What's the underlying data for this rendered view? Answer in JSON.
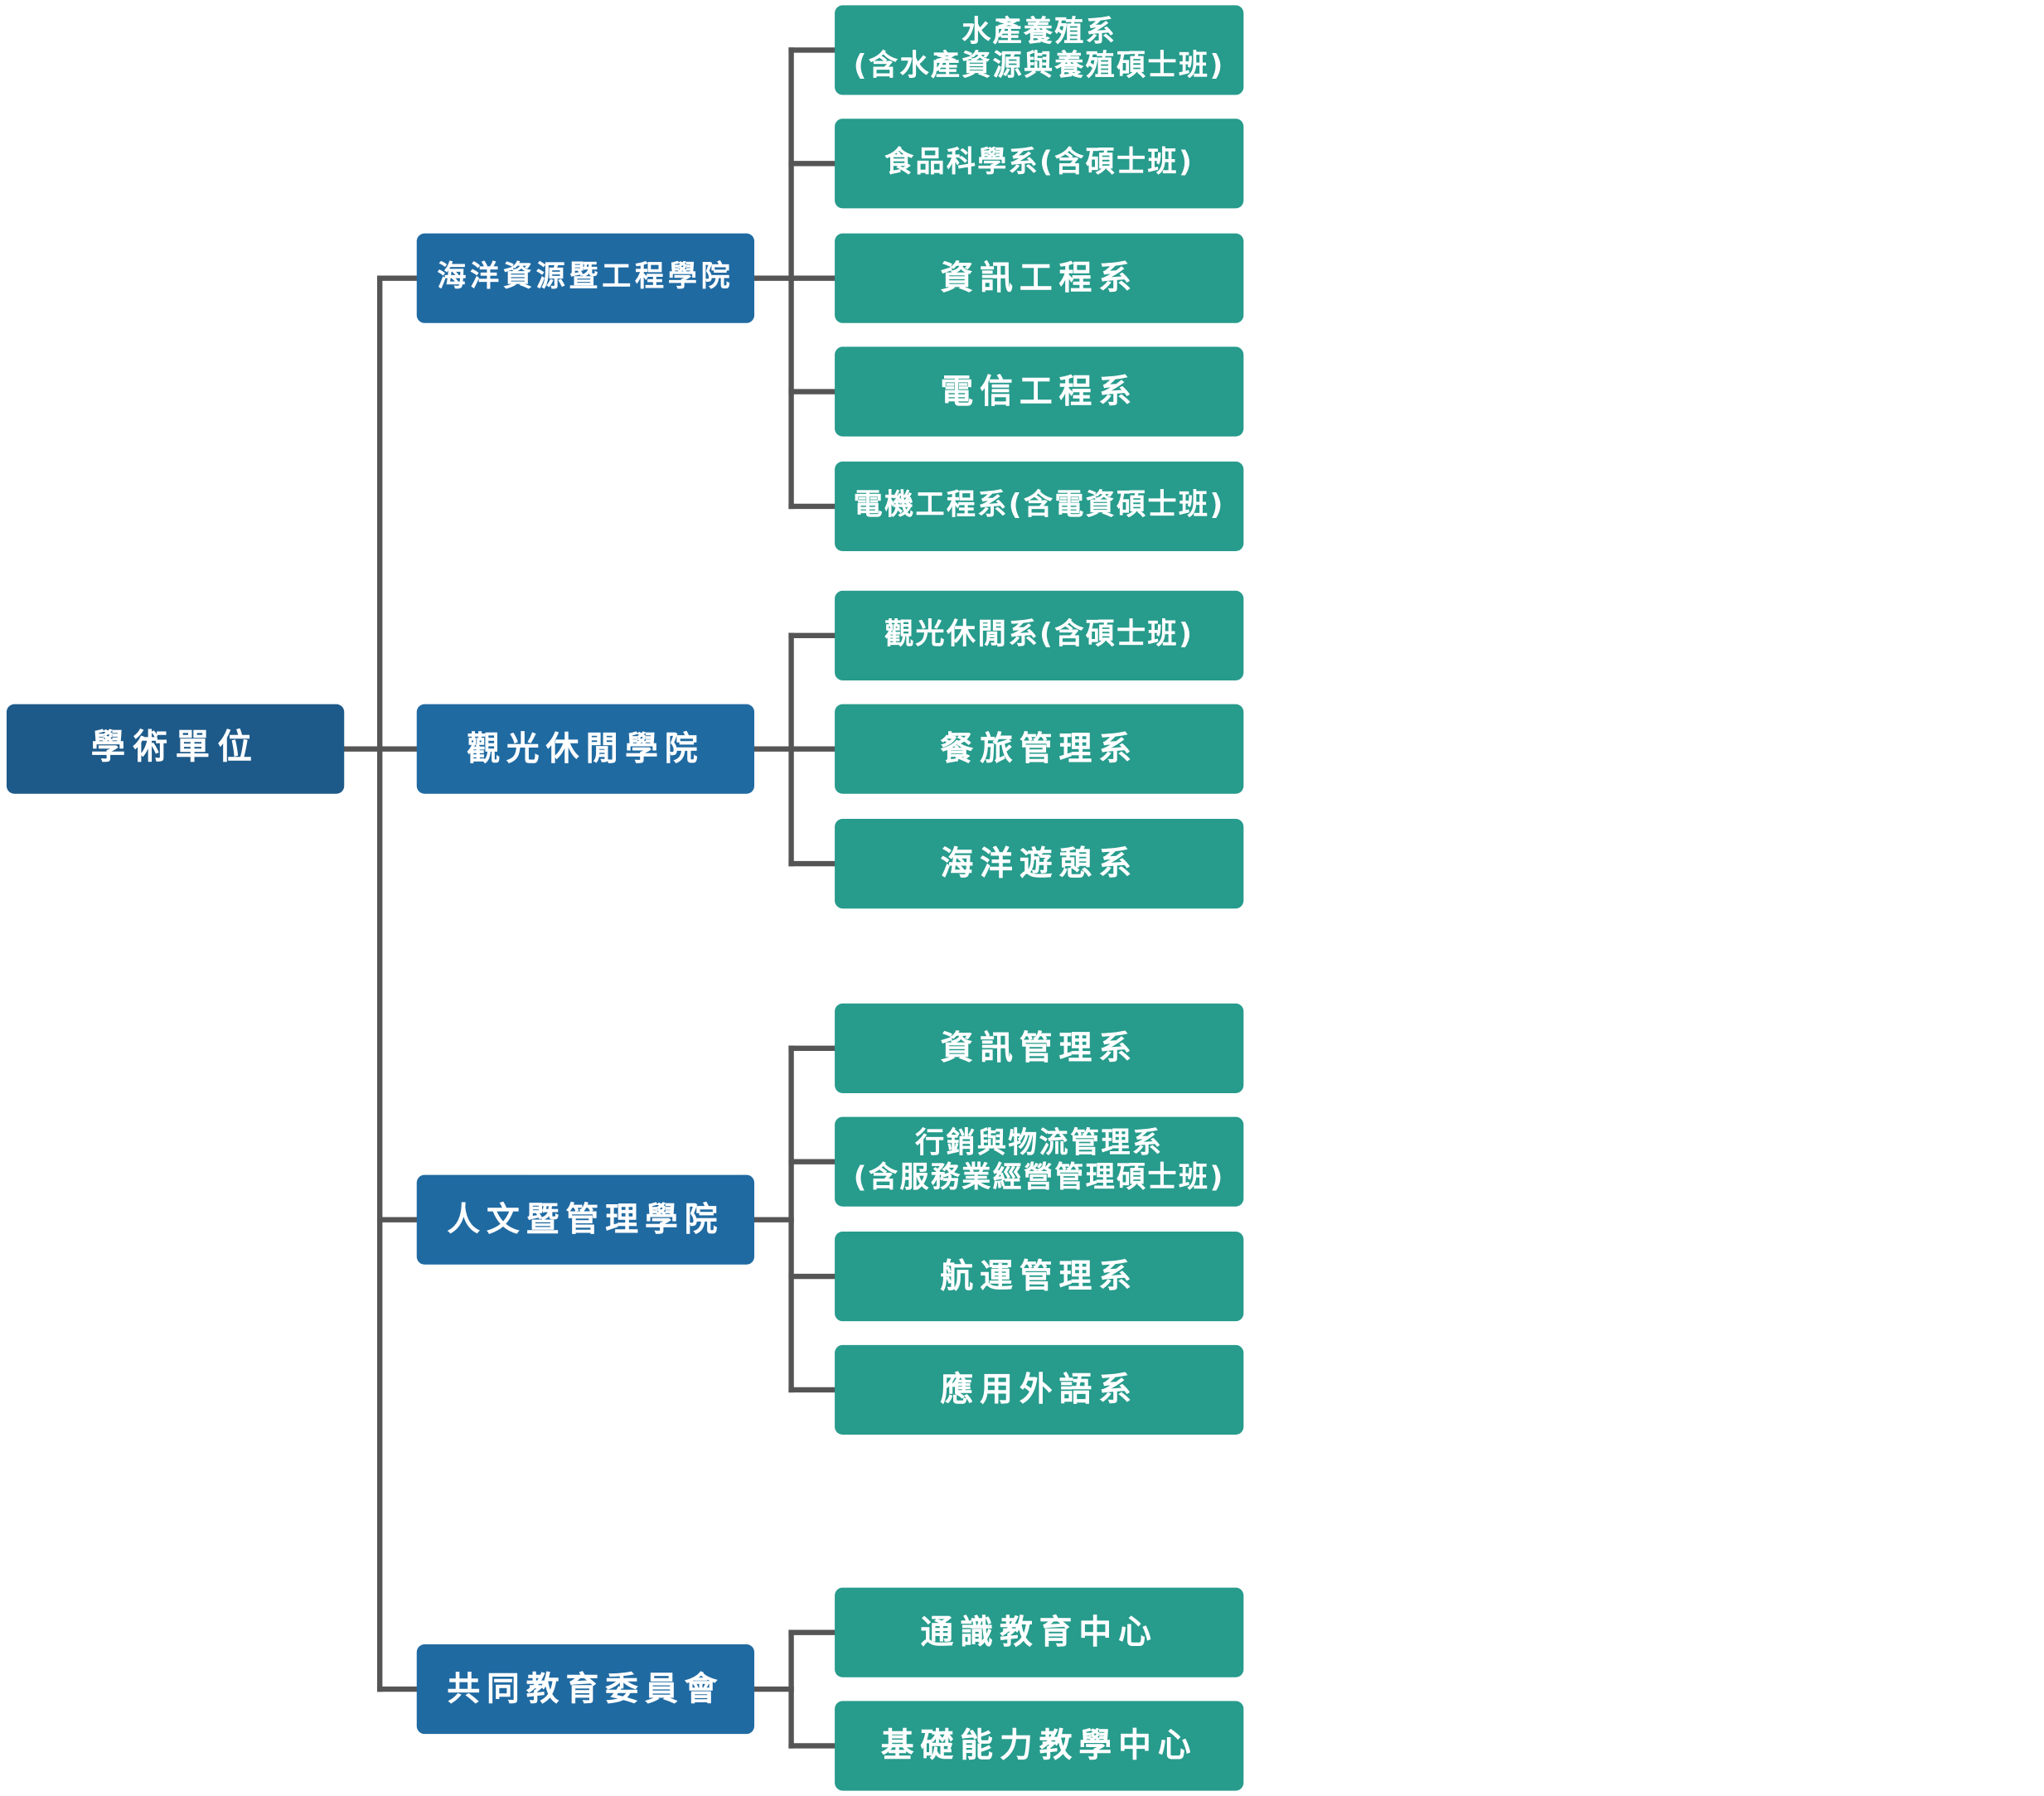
{
  "colors": {
    "root": "#1e5a89",
    "college": "#206aa2",
    "department": "#279b8c",
    "connector": "#555555"
  },
  "root": {
    "label": "學術單位"
  },
  "colleges": [
    {
      "label": "海洋資源暨工程學院",
      "departments": [
        {
          "line1": "水產養殖系",
          "line2": "(含水產資源與養殖碩士班)"
        },
        {
          "line1": "食品科學系(含碩士班)",
          "line2": ""
        },
        {
          "line1": "資訊工程系",
          "line2": ""
        },
        {
          "line1": "電信工程系",
          "line2": ""
        },
        {
          "line1": "電機工程系(含電資碩士班)",
          "line2": ""
        }
      ]
    },
    {
      "label": "觀光休閒學院",
      "departments": [
        {
          "line1": "觀光休閒系(含碩士班)",
          "line2": ""
        },
        {
          "line1": "餐旅管理系",
          "line2": ""
        },
        {
          "line1": "海洋遊憩系",
          "line2": ""
        }
      ]
    },
    {
      "label": "人文暨管理學院",
      "departments": [
        {
          "line1": "資訊管理系",
          "line2": ""
        },
        {
          "line1": "行銷與物流管理系",
          "line2": "(含服務業經營管理碩士班)"
        },
        {
          "line1": "航運管理系",
          "line2": ""
        },
        {
          "line1": "應用外語系",
          "line2": ""
        }
      ]
    },
    {
      "label": "共同教育委員會",
      "departments": [
        {
          "line1": "通識教育中心",
          "line2": ""
        },
        {
          "line1": "基礎能力教學中心",
          "line2": ""
        }
      ]
    }
  ]
}
